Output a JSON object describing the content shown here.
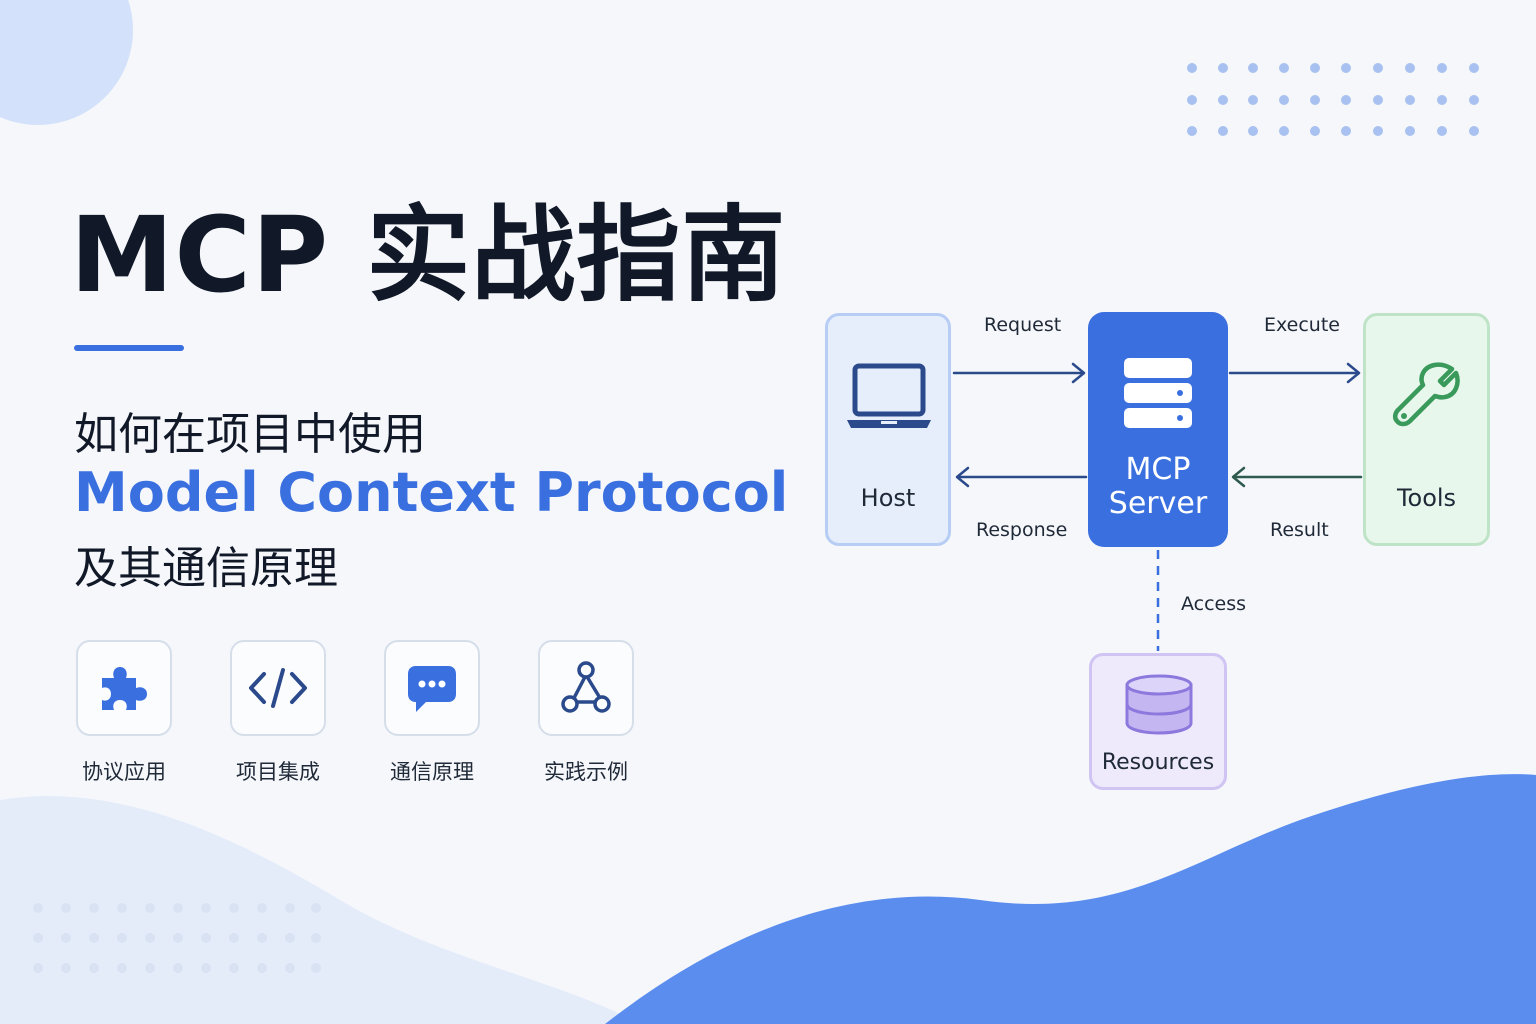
{
  "title": "MCP 实战指南",
  "subtitle": {
    "line1": "如何在项目中使用",
    "line2": "Model Context Protocol",
    "line3": "及其通信原理"
  },
  "features": [
    {
      "label": "协议应用",
      "icon": "puzzle-icon"
    },
    {
      "label": "项目集成",
      "icon": "code-icon"
    },
    {
      "label": "通信原理",
      "icon": "chat-bubble-icon"
    },
    {
      "label": "实践示例",
      "icon": "network-icon"
    }
  ],
  "diagram": {
    "host": {
      "label": "Host",
      "icon": "laptop-icon"
    },
    "server": {
      "line1": "MCP",
      "line2": "Server",
      "icon": "server-icon"
    },
    "tools": {
      "label": "Tools",
      "icon": "wrench-icon"
    },
    "resources": {
      "label": "Resources",
      "icon": "database-icon"
    },
    "edges": {
      "request": "Request",
      "response": "Response",
      "execute": "Execute",
      "result": "Result",
      "access": "Access"
    }
  },
  "colors": {
    "accent": "#3a6fe0",
    "title": "#111827",
    "background": "#f5f7fb",
    "tools_green": "#3a9a5b",
    "resources_purple": "#a592e6"
  }
}
